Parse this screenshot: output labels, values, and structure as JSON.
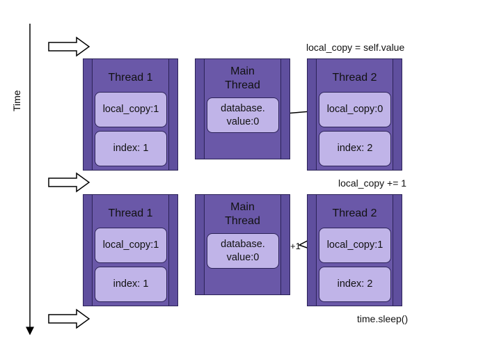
{
  "time_axis": {
    "label": "Time"
  },
  "steps": [
    {
      "annotation": "local_copy = self.value"
    },
    {
      "annotation": "local_copy += 1",
      "arrow_label": "+1"
    },
    {
      "annotation": "time.sleep()"
    }
  ],
  "rows": [
    {
      "thread1": {
        "title": "Thread 1",
        "cell1": "local_copy:1",
        "cell2": "index: 1"
      },
      "main": {
        "title_line1": "Main",
        "title_line2": "Thread",
        "cell_line1": "database.",
        "cell_line2": "value:0"
      },
      "thread2": {
        "title": "Thread 2",
        "cell1": "local_copy:0",
        "cell2": "index: 2"
      }
    },
    {
      "thread1": {
        "title": "Thread 1",
        "cell1": "local_copy:1",
        "cell2": "index: 1"
      },
      "main": {
        "title_line1": "Main",
        "title_line2": "Thread",
        "cell_line1": "database.",
        "cell_line2": "value:0"
      },
      "thread2": {
        "title": "Thread 2",
        "cell1": "local_copy:1",
        "cell2": "index: 2"
      }
    }
  ],
  "colors": {
    "box": "#6a58a8",
    "cell": "#c0b4e8",
    "border": "#2b2257"
  }
}
